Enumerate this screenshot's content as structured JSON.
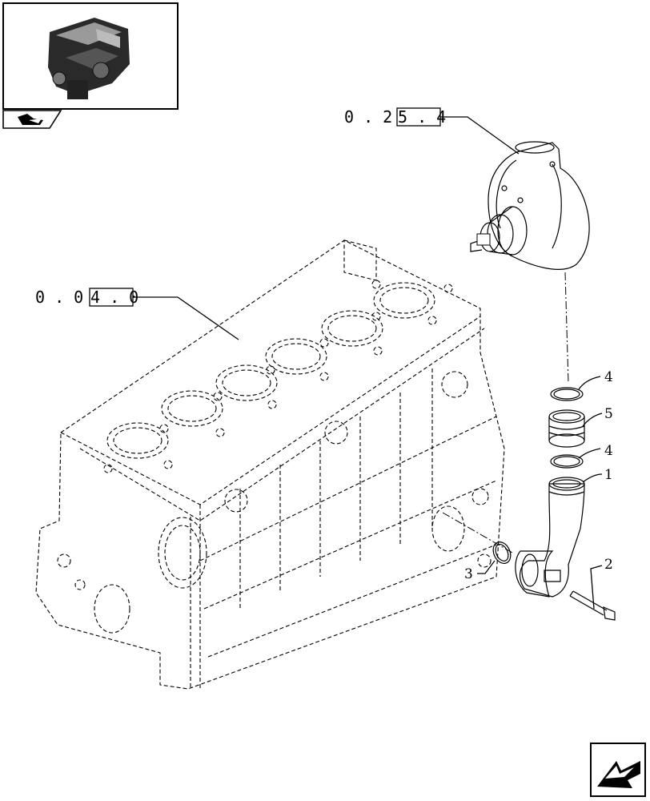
{
  "references": {
    "turbo_ref": {
      "parts": [
        "0 . 2",
        "5 . 4"
      ]
    },
    "block_ref": {
      "parts": [
        "0 . 0",
        "4 . 0"
      ]
    }
  },
  "callouts": [
    {
      "id": "c4a",
      "label": "4"
    },
    {
      "id": "c5",
      "label": "5"
    },
    {
      "id": "c4b",
      "label": "4"
    },
    {
      "id": "c1",
      "label": "1"
    },
    {
      "id": "c2",
      "label": "2"
    },
    {
      "id": "c3",
      "label": "3"
    }
  ],
  "icons": {
    "thumbnail": "engine-thumbnail-icon",
    "back": "back-folder-icon",
    "nav_arrow": "next-page-arrow-icon"
  }
}
